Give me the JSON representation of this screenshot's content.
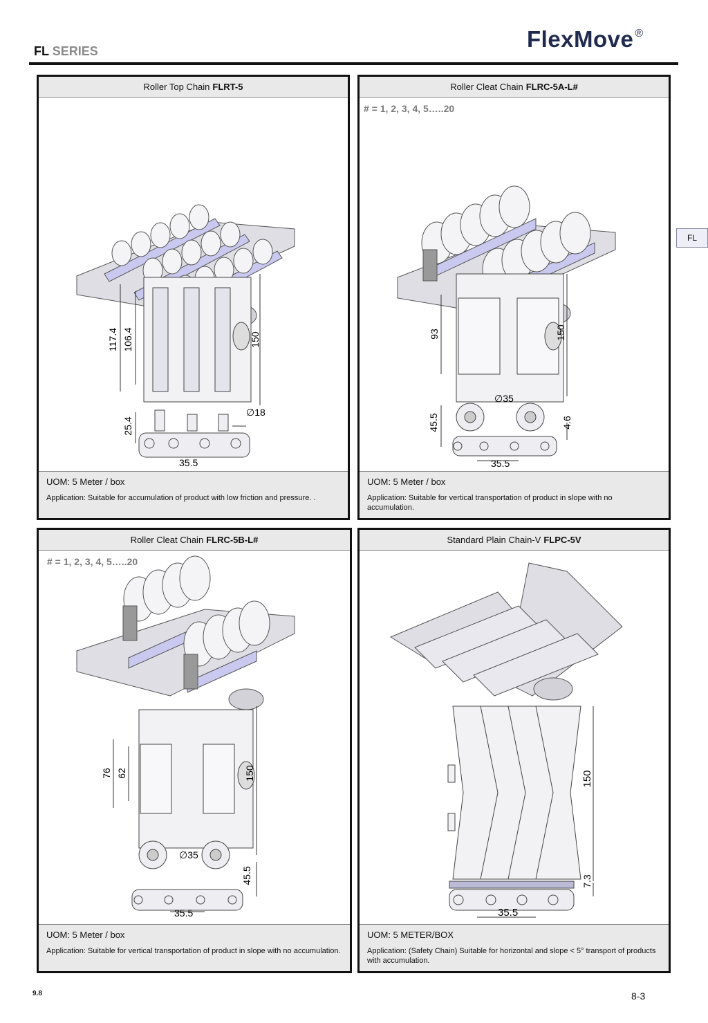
{
  "header": {
    "series_bold": "FL",
    "series_rest": "SERIES",
    "brand": "FlexMove",
    "brand_mark": "®"
  },
  "side_tab": "FL",
  "panels": [
    {
      "title_prefix": "Roller Top Chain",
      "title_code": "FLRT-5",
      "note": "",
      "dims": [
        "117.4",
        "106.4",
        "150",
        "25.4",
        "∅18",
        "35.5"
      ],
      "uom": "UOM: 5 Meter / box",
      "application": "Application: Suitable for accumulation of product with low friction and pressure.      ."
    },
    {
      "title_prefix": "Roller Cleat Chain",
      "title_code": "FLRC-5A-L#",
      "note": "# = 1, 2, 3, 4, 5…..20",
      "dims": [
        "93",
        "150",
        "∅35",
        "45.5",
        "4.6",
        "35.5"
      ],
      "uom": "UOM: 5 Meter / box",
      "application": "Application: Suitable for vertical transportation of product in slope with no accumulation."
    },
    {
      "title_prefix": "Roller Cleat Chain",
      "title_code": "FLRC-5B-L#",
      "note": "# = 1, 2, 3, 4, 5…..20",
      "dims": [
        "76",
        "62",
        "150",
        "∅35",
        "45.5",
        "35.5"
      ],
      "uom": "UOM: 5 Meter / box",
      "application": "Application: Suitable for vertical transportation of product in slope with no accumulation."
    },
    {
      "title_prefix": "Standard Plain Chain-V",
      "title_code": "FLPC-5V",
      "note": "",
      "dims": [
        "150",
        "7.3",
        "35.5"
      ],
      "uom": "UOM: 5 METER/BOX",
      "application": "Application: (Safety Chain) Suitable for horizontal and slope < 5° transport of products with accumulation."
    }
  ],
  "footer": {
    "left": "9.8",
    "right": "8-3"
  }
}
